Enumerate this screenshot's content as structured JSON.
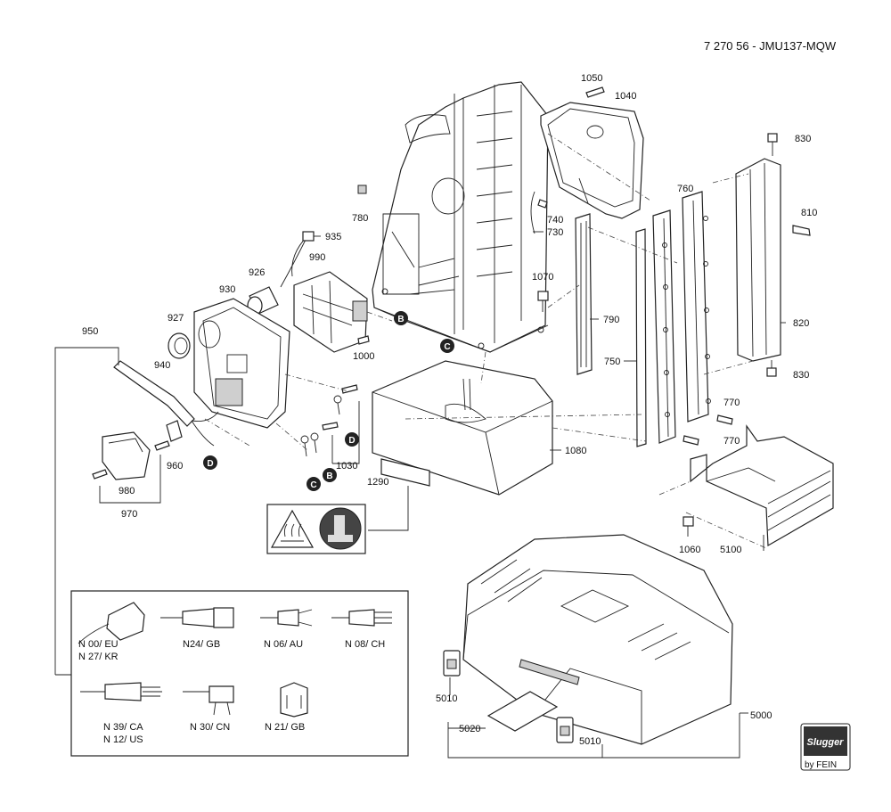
{
  "document_id": "7 270 56 - JMU137-MQW",
  "part_numbers": {
    "p1050": "1050",
    "p1040": "1040",
    "p830a": "830",
    "p830b": "830",
    "p810": "810",
    "p820": "820",
    "p760": "760",
    "p740": "740",
    "p730": "730",
    "p780": "780",
    "p790": "790",
    "p750": "750",
    "p1070": "1070",
    "p770a": "770",
    "p770b": "770",
    "p935": "935",
    "p990": "990",
    "p926": "926",
    "p930": "930",
    "p927": "927",
    "p950": "950",
    "p940": "940",
    "p1000": "1000",
    "p1080": "1080",
    "p1030": "1030",
    "p960": "960",
    "p980": "980",
    "p970": "970",
    "p1290": "1290",
    "p1060": "1060",
    "p5100": "5100",
    "p5010a": "5010",
    "p5010b": "5010",
    "p5020": "5020",
    "p5000": "5000"
  },
  "callouts": {
    "b1": "B",
    "b2": "B",
    "c1": "C",
    "c2": "C",
    "d1": "D",
    "d2": "D"
  },
  "plugs": [
    {
      "line1": "N 00/ EU",
      "line2": "N 27/ KR"
    },
    {
      "line1": "N24/ GB",
      "line2": ""
    },
    {
      "line1": "N 06/ AU",
      "line2": ""
    },
    {
      "line1": "N 08/ CH",
      "line2": ""
    },
    {
      "line1": "N 39/ CA",
      "line2": "N 12/ US"
    },
    {
      "line1": "N 30/ CN",
      "line2": ""
    },
    {
      "line1": "N 21/ GB",
      "line2": ""
    }
  ],
  "logo": {
    "brand": "Slugger",
    "byline": "by FEIN"
  },
  "icons": [
    "hot-surface-warning-icon",
    "magnet-base-icon"
  ]
}
